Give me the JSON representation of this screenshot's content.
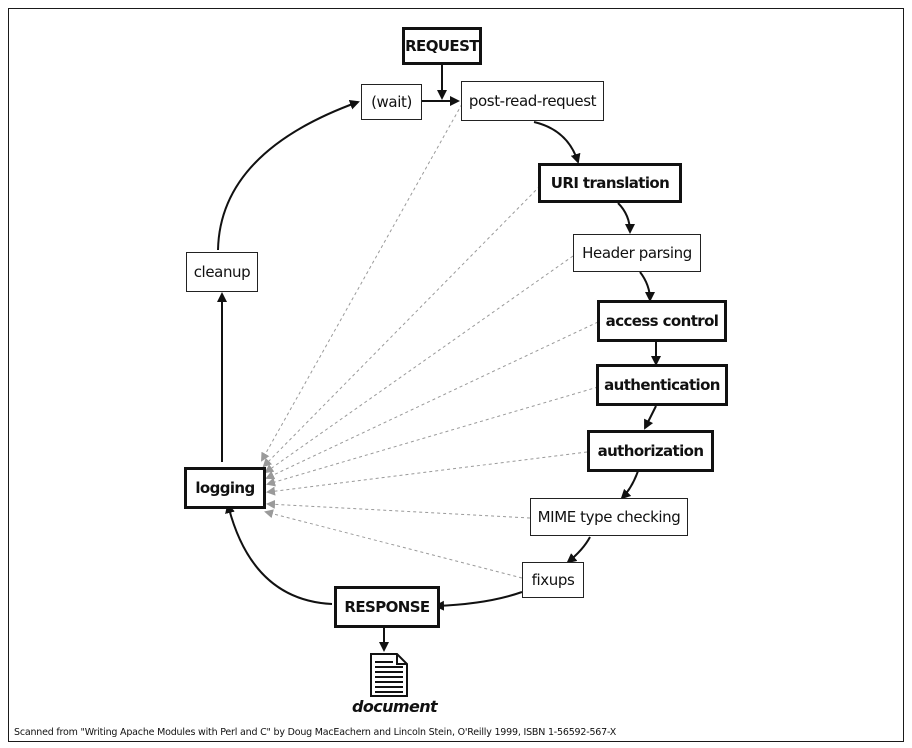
{
  "nodes": {
    "request": "REQUEST",
    "wait": "(wait)",
    "post_read_request": "post-read-request",
    "uri_translation": "URI translation",
    "header_parsing": "Header parsing",
    "access_control": "access control",
    "authentication": "authentication",
    "authorization": "authorization",
    "mime_type_checking": "MIME type checking",
    "fixups": "fixups",
    "response": "RESPONSE",
    "logging": "logging",
    "cleanup": "cleanup"
  },
  "document_label": "document",
  "caption": "Scanned from \"Writing Apache Modules with Perl and C\" by Doug MacEachern and Lincoln Stein, O'Reilly 1999, ISBN 1-56592-567-X"
}
